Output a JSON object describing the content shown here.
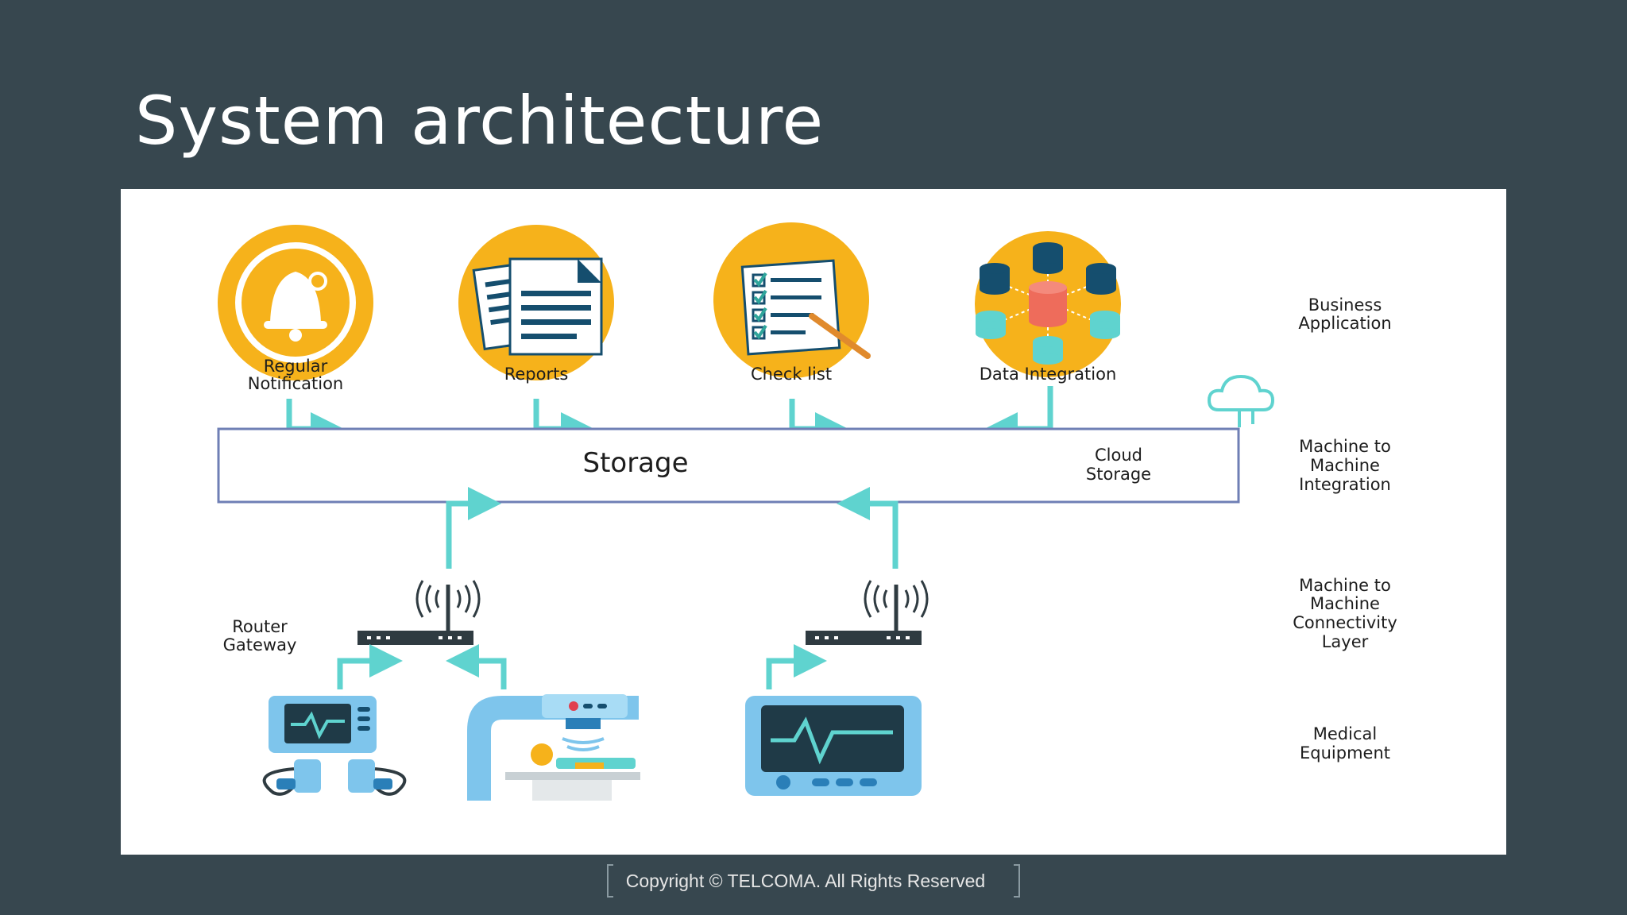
{
  "title": "System architecture",
  "diagram": {
    "top_items": [
      {
        "label_line1": "Regular",
        "label_line2": "Notification",
        "icon": "bell-icon"
      },
      {
        "label_line1": "Reports",
        "icon": "reports-icon"
      },
      {
        "label_line1": "Check list",
        "icon": "checklist-icon"
      },
      {
        "label_line1": "Data Integration",
        "icon": "database-icon"
      }
    ],
    "storage_label": "Storage",
    "cloud_storage_line1": "Cloud",
    "cloud_storage_line2": "Storage",
    "router_label_line1": "Router",
    "router_label_line2": "Gateway",
    "layers": {
      "business_line1": "Business",
      "business_line2": "Application",
      "m2m_integration_line1": "Machine to",
      "m2m_integration_line2": "Machine",
      "m2m_integration_line3": "Integration",
      "m2m_connectivity_line1": "Machine to",
      "m2m_connectivity_line2": "Machine",
      "m2m_connectivity_line3": "Connectivity",
      "m2m_connectivity_line4": "Layer",
      "medical_line1": "Medical",
      "medical_line2": "Equipment"
    },
    "colors": {
      "accent": "#5fd3cf",
      "orange": "#f6b21b",
      "navy": "#154e6e",
      "device": "#7ec5ec"
    }
  },
  "footer": {
    "copyright": "Copyright © TELCOMA.  All Rights Reserved"
  }
}
